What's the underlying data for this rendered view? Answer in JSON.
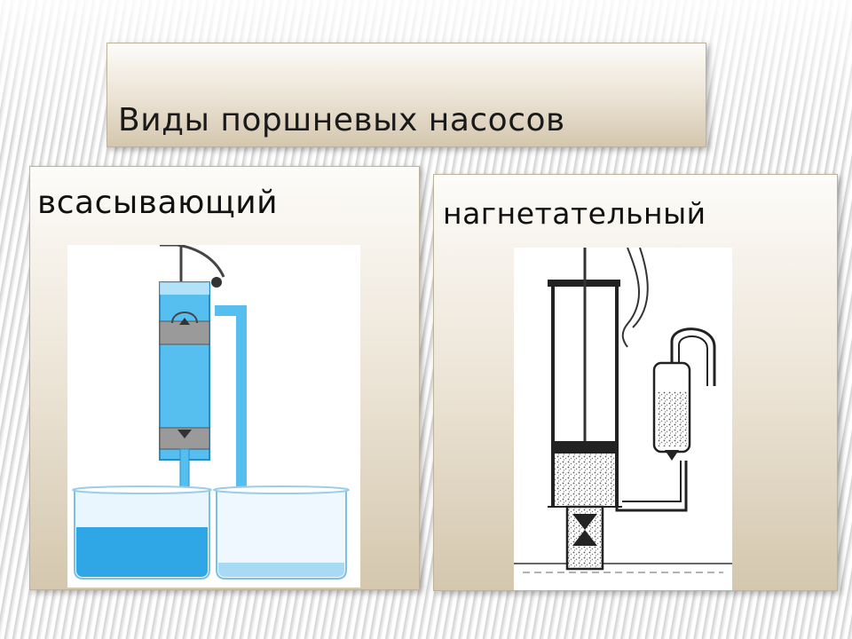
{
  "slide": {
    "title": "Виды поршневых насосов"
  },
  "panels": [
    {
      "label": "всасывающий"
    },
    {
      "label": "нагнетательный"
    }
  ],
  "colors": {
    "water": "#2fa7e6",
    "water_light": "#a9daf5",
    "cylinder": "#56bff0",
    "piston": "#8a8a8a",
    "panel_top": "#fdfcf9",
    "panel_bottom": "#d4c7ae",
    "ink": "#111111"
  }
}
